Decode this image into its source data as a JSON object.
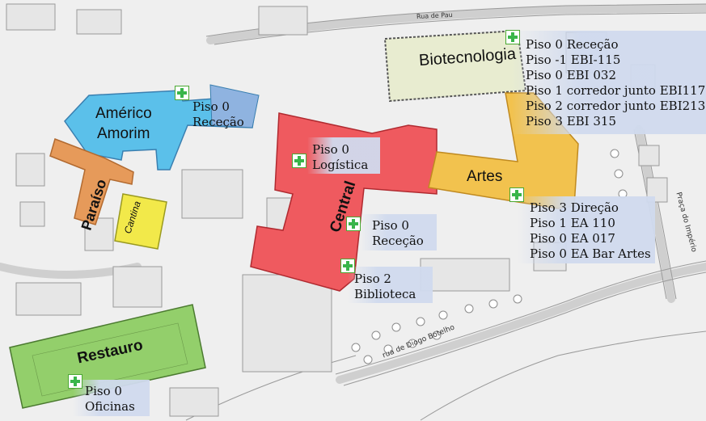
{
  "buildings": {
    "biotecnologia": "Biotecnologia",
    "americo_amorim_line1": "Américo",
    "americo_amorim_line2": "Amorim",
    "paraiso": "Paraíso",
    "cantina": "Cantina",
    "central": "Central",
    "artes": "Artes",
    "restauro": "Restauro"
  },
  "streets": {
    "rua_diogo_botelho": "rua de Diogo Botelho",
    "praca_imperio": "Praça do Império",
    "top_street": "Rua de Pau"
  },
  "first_aid_points": {
    "biotecnologia": [
      "Piso 0 Receção",
      "Piso -1 EBI-115",
      "Piso 0 EBI 032",
      "Piso 1 corredor junto EBI117",
      "Piso 2 corredor junto EBI213",
      "Piso 3 EBI 315"
    ],
    "americo_amorim": [
      "Piso 0",
      "Receção"
    ],
    "central_logistica": [
      "Piso 0",
      "Logística"
    ],
    "central_rececao": [
      "Piso 0",
      "Receção"
    ],
    "central_biblioteca": [
      "Piso 2",
      "Biblioteca"
    ],
    "artes": [
      "Piso 3 Direção",
      "Piso 1 EA 110",
      "Piso 0 EA 017",
      "Piso 0 EA Bar Artes"
    ],
    "restauro": [
      "Piso 0",
      "Oficinas"
    ]
  },
  "colors": {
    "biotecnologia": "#e8ecd0",
    "americo_amorim": "#5bc0ea",
    "paraiso": "#e69a5a",
    "cantina": "#f2e94a",
    "central": "#ef5a5f",
    "artes": "#f2c24e",
    "restauro": "#93cf6b",
    "first_aid": "#39b54a"
  }
}
